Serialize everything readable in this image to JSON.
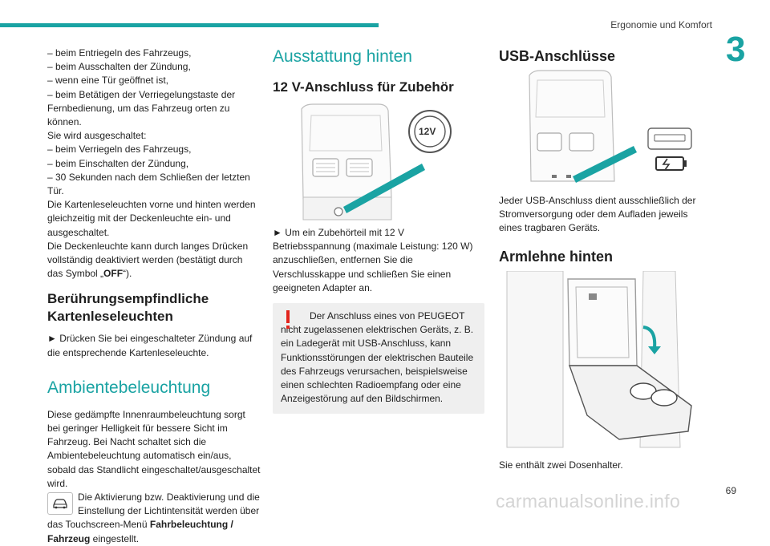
{
  "header": {
    "running_title": "Ergonomie und Komfort",
    "chapter_number": "3",
    "page_number": "69"
  },
  "watermark": "carmanualsonline.info",
  "col1": {
    "intro_lines": [
      "– beim Entriegeln des Fahrzeugs,",
      "– beim Ausschalten der Zündung,",
      "– wenn eine Tür geöffnet ist,",
      "– beim Betätigen der Verriegelungstaste der Fernbedienung, um das Fahrzeug orten zu können.",
      "Sie wird ausgeschaltet:",
      "– beim Verriegeln des Fahrzeugs,",
      "– beim Einschalten der Zündung,",
      "– 30 Sekunden nach dem Schließen der letzten Tür.",
      "Die Kartenleseleuchten vorne und hinten werden gleichzeitig mit der Deckenleuchte ein- und ausgeschaltet.",
      "Die Deckenleuchte kann durch langes Drücken vollständig deaktiviert werden (bestätigt durch das"
    ],
    "symbol_prefix": "Symbol „",
    "symbol_off": "OFF",
    "symbol_suffix": "“).",
    "touch_heading": "Berührungsempfindliche Kartenleseleuchten",
    "touch_bullet": "► ",
    "touch_text": "Drücken Sie bei eingeschalteter Zündung auf die entsprechende Kartenleseleuchte.",
    "ambient_heading": "Ambientebeleuchtung",
    "ambient_text": "Diese gedämpfte Innenraumbeleuchtung sorgt bei geringer Helligkeit für bessere Sicht im Fahrzeug. Bei Nacht schaltet sich die Ambientebeleuchtung automatisch ein/aus, sobald das Standlicht eingeschaltet/ausgeschaltet wird.",
    "ambient_icon": "car-lighting-icon",
    "ambient_text2": "Die Aktivierung bzw. Deaktivierung und die Einstellung der Lichtintensität werden über das Touchscreen-Menü ",
    "ambient_menu": "Fahrbeleuchtung / Fahrzeug",
    "ambient_text3": " eingestellt."
  },
  "col2": {
    "section_heading": "Ausstattung hinten",
    "socket_heading": "12 V-Anschluss für Zubehör",
    "socket_label": "12V",
    "socket_bullet": "► ",
    "socket_text": "Um ein Zubehörteil mit 12 V Betriebsspannung (maximale Leistung: 120 W) anzuschließen, entfernen Sie die Verschlusskappe und schließen Sie einen geeigneten Adapter an.",
    "warning_text": "Der Anschluss eines von PEUGEOT nicht zugelassenen elektrischen Geräts, z. B. ein Ladegerät mit USB-Anschluss, kann Funktionsstörungen der elektrischen Bauteile des Fahrzeugs verursachen, beispielsweise einen schlechten Radioempfang oder eine Anzeigestörung auf den Bildschirmen."
  },
  "col3": {
    "usb_heading": "USB-Anschlüsse",
    "usb_text": "Jeder USB-Anschluss dient ausschließlich der Stromversorgung oder dem Aufladen jeweils eines tragbaren Geräts.",
    "armrest_heading": "Armlehne hinten",
    "armrest_text": "Sie enthält zwei Dosenhalter."
  },
  "colors": {
    "accent": "#1aa3a3",
    "warning": "#e2241c",
    "box": "#efefef"
  }
}
